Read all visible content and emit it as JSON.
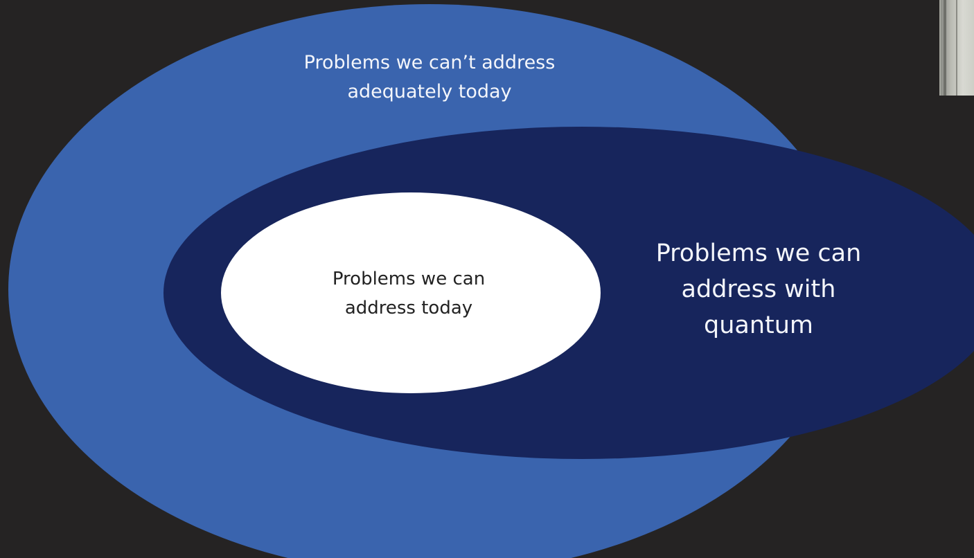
{
  "diagram": {
    "type": "nested-ellipse-diagram",
    "colors": {
      "background": "#252323",
      "outer_region": "#3a64ae",
      "quantum_region": "#17255c",
      "inner_region": "#ffffff"
    },
    "regions": {
      "outer": {
        "label": "Problems we can’t address\nadequately today"
      },
      "quantum": {
        "label": "Problems we can\naddress with\nquantum"
      },
      "inner": {
        "label": "Problems we can\naddress today"
      }
    }
  }
}
